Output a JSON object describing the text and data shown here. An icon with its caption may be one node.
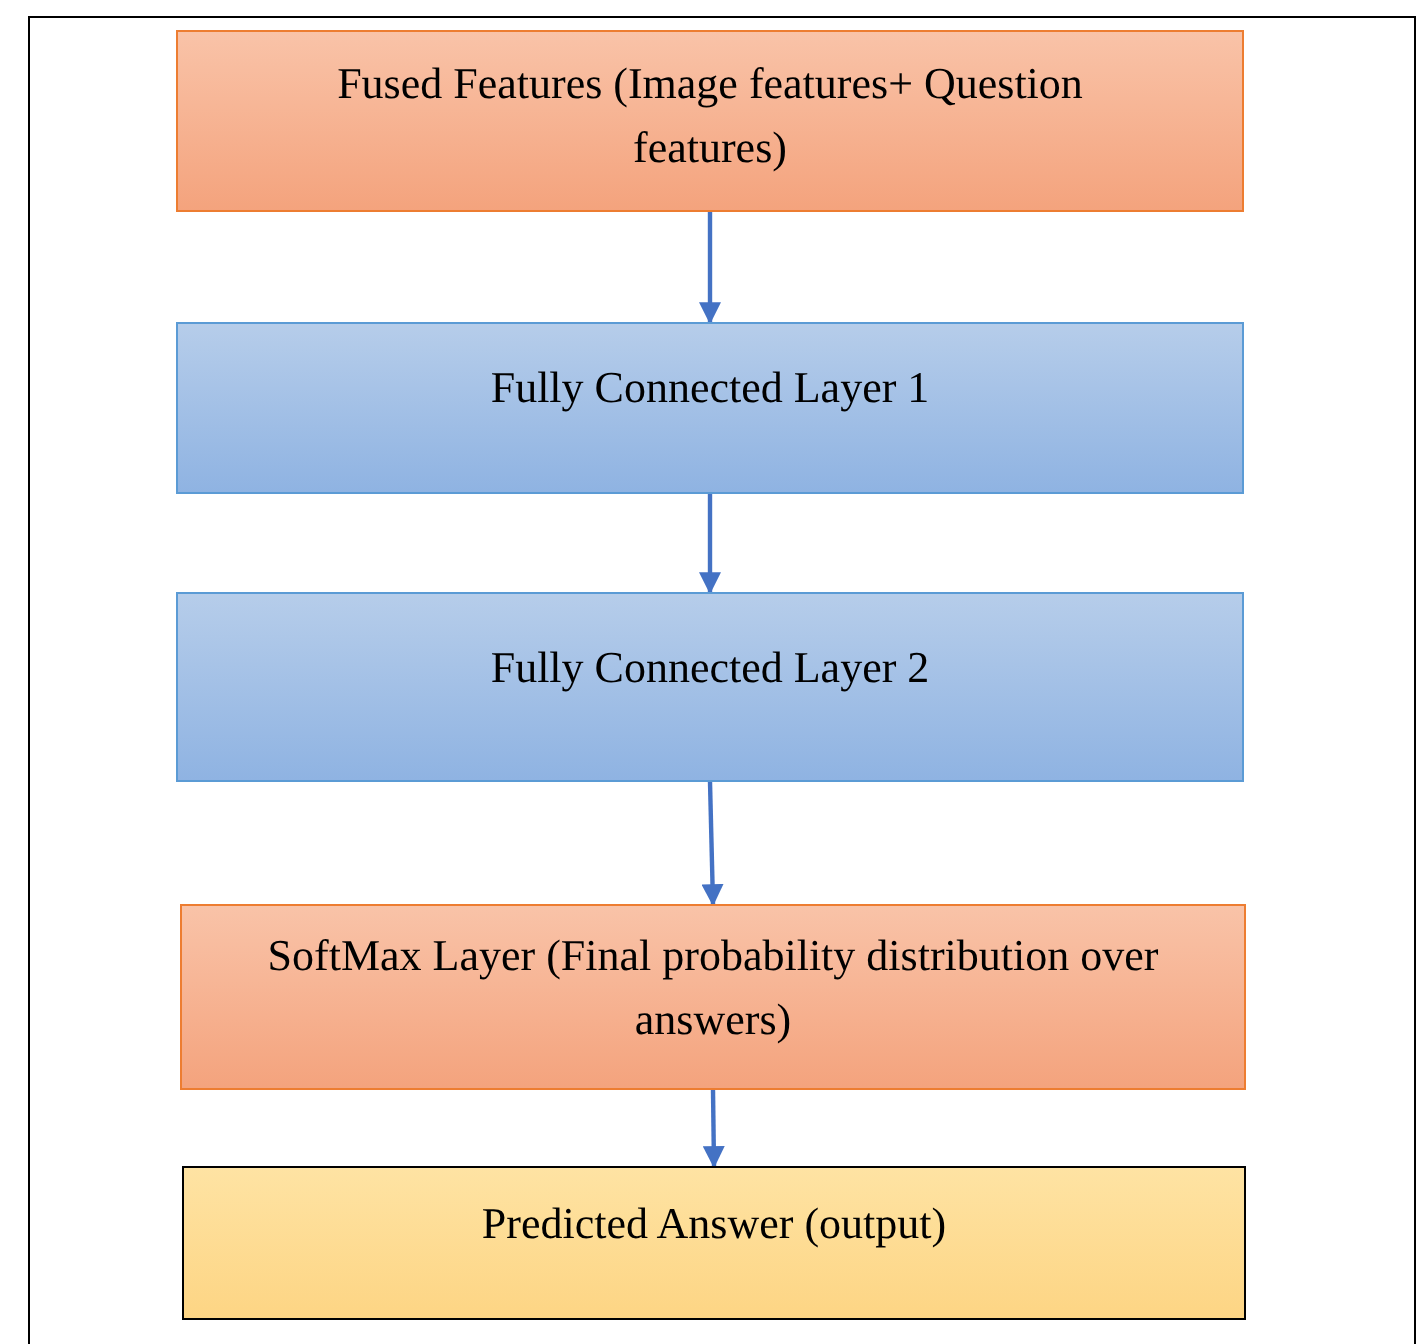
{
  "diagram": {
    "nodes": [
      {
        "text": [
          "Fused Features (Image features+ Question features)"
        ]
      },
      {
        "text": [
          "Fully Connected Layer 1"
        ]
      },
      {
        "text": [
          "Fully Connected Layer 2"
        ]
      },
      {
        "text": [
          "SoftMax Layer (Final probability distribution over answers)"
        ]
      },
      {
        "text": [
          "Predicted Answer (output)"
        ]
      }
    ],
    "edges": [
      {
        "from": 0,
        "to": 1,
        "arrow": "to"
      },
      {
        "from": 1,
        "to": 2,
        "arrow": "to"
      },
      {
        "from": 2,
        "to": 3,
        "arrow": "to"
      },
      {
        "from": 3,
        "to": 4,
        "arrow": "to"
      }
    ]
  }
}
